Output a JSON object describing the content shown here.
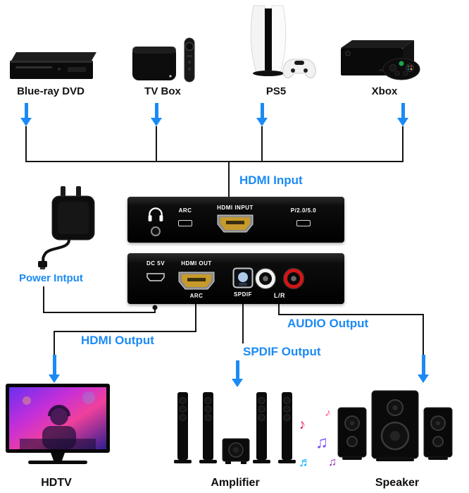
{
  "colors": {
    "accent_blue": "#1b8af5",
    "wire": "#141414"
  },
  "sources": [
    {
      "label": "Blue-ray DVD"
    },
    {
      "label": "TV Box"
    },
    {
      "label": "PS5"
    },
    {
      "label": "Xbox"
    }
  ],
  "connections": {
    "hdmi_input": "HDMI Input",
    "power_input": "Power Intput",
    "hdmi_output": "HDMI Output",
    "spdif_output": "SPDIF Output",
    "audio_output": "AUDIO Output"
  },
  "front_panel": {
    "arc": "ARC",
    "hdmi_input": "HDMI INPUT",
    "mode": "P/2.0/5.0"
  },
  "back_panel": {
    "dc": "DC 5V",
    "hdmi_out": "HDMI OUT",
    "arc": "ARC",
    "spdif": "SPDIF",
    "lr": "L/R"
  },
  "outputs": [
    {
      "label": "HDTV"
    },
    {
      "label": "Amplifier"
    },
    {
      "label": "Speaker"
    }
  ],
  "music_notes": [
    "♪",
    "♫",
    "♬",
    "♪",
    "♫"
  ]
}
